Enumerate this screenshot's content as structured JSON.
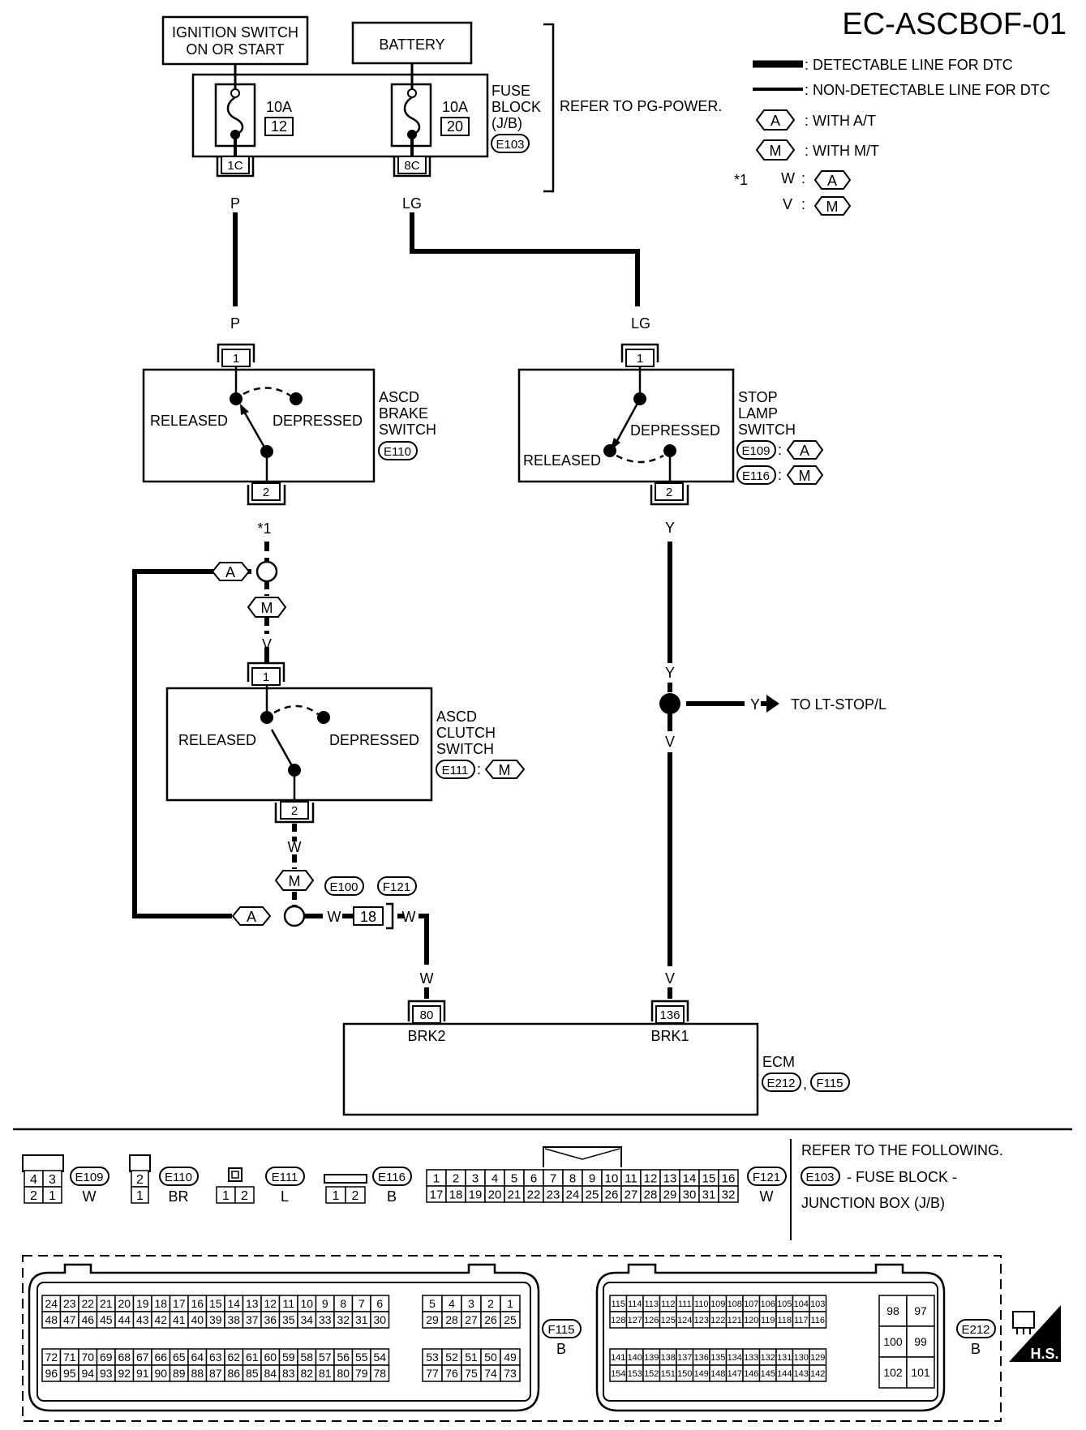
{
  "header": {
    "diagram_id": "EC-ASCBOF-01"
  },
  "legend": {
    "detectable": ": DETECTABLE LINE FOR DTC",
    "nondetectable": ": NON-DETECTABLE LINE FOR DTC",
    "at_tag": "A",
    "at_text": ": WITH A/T",
    "mt_tag": "M",
    "mt_text": ": WITH M/T",
    "note_mark": "*1",
    "note_w": "W",
    "note_v": "V",
    "colon": ":"
  },
  "power": {
    "ignition": [
      "IGNITION SWITCH",
      "ON OR START"
    ],
    "battery": "BATTERY",
    "fuse1_amp": "10A",
    "fuse1_num": "12",
    "fuse2_amp": "10A",
    "fuse2_num": "20",
    "fuse_block": [
      "FUSE",
      "BLOCK",
      "(J/B)"
    ],
    "fuse_conn": "E103",
    "refer": "REFER TO PG-POWER.",
    "term1": "1C",
    "term2": "8C"
  },
  "wires": {
    "p_top": "P",
    "p_bot": "P",
    "lg_top": "LG",
    "lg_bot": "LG",
    "star": "*1",
    "v1": "V",
    "w1": "W",
    "w2": "W",
    "w3": "W",
    "w4": "W",
    "y1": "Y",
    "y2": "Y",
    "y3": "Y",
    "v2": "V",
    "v3": "V",
    "tag_a1": "A",
    "tag_m1": "M",
    "tag_m2": "M",
    "tag_a2": "A",
    "to_stop": "TO LT-STOP/L",
    "conn_e100": "E100",
    "conn_f121": "F121",
    "conn_18": "18"
  },
  "brake_switch": {
    "pin_top": "1",
    "pin_bot": "2",
    "released": "RELEASED",
    "depressed": "DEPRESSED",
    "name": [
      "ASCD",
      "BRAKE",
      "SWITCH"
    ],
    "conn": "E110"
  },
  "stop_switch": {
    "pin_top": "1",
    "pin_bot": "2",
    "released": "RELEASED",
    "depressed": "DEPRESSED",
    "name": [
      "STOP",
      "LAMP",
      "SWITCH"
    ],
    "conn1": "E109",
    "tag1": "A",
    "conn2": "E116",
    "tag2": "M"
  },
  "clutch_switch": {
    "pin_top": "1",
    "pin_bot": "2",
    "released": "RELEASED",
    "depressed": "DEPRESSED",
    "name": [
      "ASCD",
      "CLUTCH",
      "SWITCH"
    ],
    "conn": "E111",
    "tag": "M"
  },
  "ecm": {
    "pin1": "80",
    "pin1_name": "BRK2",
    "pin2": "136",
    "pin2_name": "BRK1",
    "name": "ECM",
    "conn1": "E212",
    "comma": ",",
    "conn2": "F115"
  },
  "connectors": {
    "e109": {
      "top": [
        "4",
        "3"
      ],
      "bot": [
        "2",
        "1"
      ],
      "id": "E109",
      "color": "W"
    },
    "e110": {
      "top": [
        "2"
      ],
      "bot": [
        "1"
      ],
      "id": "E110",
      "color": "BR"
    },
    "e111": {
      "bot": [
        "1",
        "2"
      ],
      "id": "E111",
      "color": "L"
    },
    "e116": {
      "bot": [
        "1",
        "2"
      ],
      "id": "E116",
      "color": "B"
    },
    "f121": {
      "top": [
        "1",
        "2",
        "3",
        "4",
        "5",
        "6",
        "7",
        "8",
        "9",
        "10",
        "11",
        "12",
        "13",
        "14",
        "15",
        "16"
      ],
      "bot": [
        "17",
        "18",
        "19",
        "20",
        "21",
        "22",
        "23",
        "24",
        "25",
        "26",
        "27",
        "28",
        "29",
        "30",
        "31",
        "32"
      ],
      "id": "F121",
      "color": "W"
    },
    "refer": [
      "REFER TO THE FOLLOWING.",
      "- FUSE BLOCK -",
      "JUNCTION BOX (J/B)"
    ],
    "refer_conn": "E103",
    "f115": {
      "r1a": [
        "24",
        "23",
        "22",
        "21",
        "20",
        "19",
        "18",
        "17",
        "16",
        "15",
        "14",
        "13",
        "12",
        "11",
        "10",
        "9",
        "8",
        "7",
        "6"
      ],
      "r1b": [
        "5",
        "4",
        "3",
        "2",
        "1"
      ],
      "r2a": [
        "48",
        "47",
        "46",
        "45",
        "44",
        "43",
        "42",
        "41",
        "40",
        "39",
        "38",
        "37",
        "36",
        "35",
        "34",
        "33",
        "32",
        "31",
        "30"
      ],
      "r2b": [
        "29",
        "28",
        "27",
        "26",
        "25"
      ],
      "r3a": [
        "72",
        "71",
        "70",
        "69",
        "68",
        "67",
        "66",
        "65",
        "64",
        "63",
        "62",
        "61",
        "60",
        "59",
        "58",
        "57",
        "56",
        "55",
        "54"
      ],
      "r3b": [
        "53",
        "52",
        "51",
        "50",
        "49"
      ],
      "r4a": [
        "96",
        "95",
        "94",
        "93",
        "92",
        "91",
        "90",
        "89",
        "88",
        "87",
        "86",
        "85",
        "84",
        "83",
        "82",
        "81",
        "80",
        "79",
        "78"
      ],
      "r4b": [
        "77",
        "76",
        "75",
        "74",
        "73"
      ],
      "id": "F115",
      "color": "B"
    },
    "e212": {
      "r1": [
        "115",
        "114",
        "113",
        "112",
        "111",
        "110",
        "109",
        "108",
        "107",
        "106",
        "105",
        "104",
        "103"
      ],
      "r2": [
        "128",
        "127",
        "126",
        "125",
        "124",
        "123",
        "122",
        "121",
        "120",
        "119",
        "118",
        "117",
        "116"
      ],
      "r3": [
        "141",
        "140",
        "139",
        "138",
        "137",
        "136",
        "135",
        "134",
        "133",
        "132",
        "131",
        "130",
        "129"
      ],
      "r4": [
        "154",
        "153",
        "152",
        "151",
        "150",
        "149",
        "148",
        "147",
        "146",
        "145",
        "144",
        "143",
        "142"
      ],
      "big": [
        "98",
        "97",
        "100",
        "99",
        "102",
        "101"
      ],
      "id": "E212",
      "color": "B"
    },
    "hs": "H.S."
  }
}
